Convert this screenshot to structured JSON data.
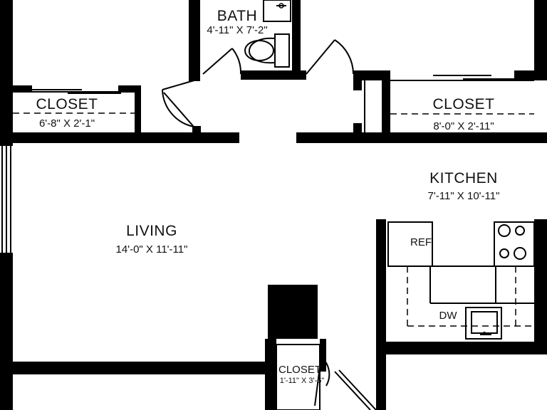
{
  "rooms": {
    "bath": {
      "name": "BATH",
      "dims": "4'-11\" X 7'-2\""
    },
    "closet_left": {
      "name": "CLOSET",
      "dims": "6'-8\" X 2'-1\""
    },
    "closet_right": {
      "name": "CLOSET",
      "dims": "8'-0\" X 2'-11\""
    },
    "kitchen": {
      "name": "KITCHEN",
      "dims": "7'-11\" X 10'-11\""
    },
    "living": {
      "name": "LIVING",
      "dims": "14'-0\" X 11'-11\""
    },
    "closet_small": {
      "name": "CLOSET",
      "dims": "1'-11\" X 3'-6\""
    }
  },
  "fixtures": {
    "refrigerator": "REF",
    "dishwasher": "DW"
  }
}
